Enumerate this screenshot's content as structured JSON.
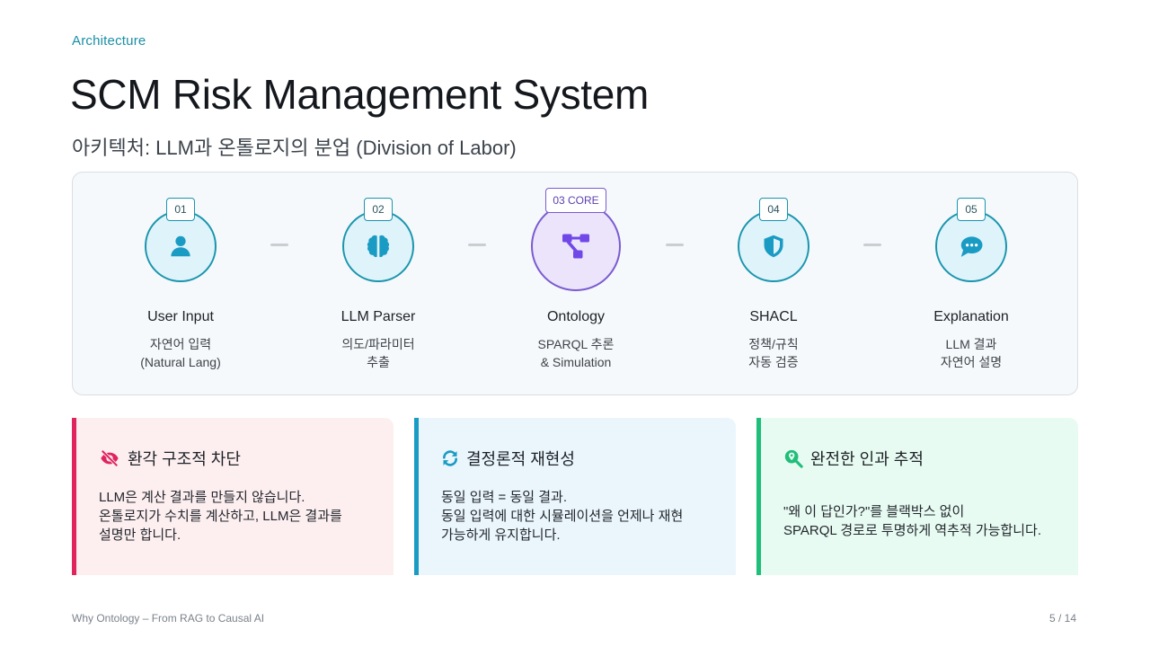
{
  "header": {
    "eyebrow": "Architecture",
    "title": "SCM Risk Management System",
    "subtitle": "아키텍처: LLM과 온톨로지의 분업 (Division of Labor)"
  },
  "pipeline": {
    "steps": [
      {
        "badge": "01",
        "icon": "user-icon",
        "name": "User Input",
        "desc_line1": "자연어 입력",
        "desc_line2": "(Natural Lang)"
      },
      {
        "badge": "02",
        "icon": "brain-icon",
        "name": "LLM Parser",
        "desc_line1": "의도/파라미터",
        "desc_line2": "추출"
      },
      {
        "badge": "03 CORE",
        "icon": "ontology-graph-icon",
        "name": "Ontology",
        "desc_line1": "SPARQL 추론",
        "desc_line2": "& Simulation"
      },
      {
        "badge": "04",
        "icon": "shield-icon",
        "name": "SHACL",
        "desc_line1": "정책/규칙",
        "desc_line2": "자동 검증"
      },
      {
        "badge": "05",
        "icon": "chat-bubble-icon",
        "name": "Explanation",
        "desc_line1": "LLM 결과",
        "desc_line2": "자연어 설명"
      }
    ],
    "colors": {
      "standard": "#1a95ae",
      "core": "#7a5bd1"
    }
  },
  "cards": [
    {
      "icon": "eye-slash-icon",
      "title": "환각 구조적 차단",
      "lines": [
        "LLM은 계산 결과를 만들지 않습니다.",
        "온톨로지가 수치를 계산하고, LLM은 결과를",
        "설명만 합니다."
      ],
      "accent": "#e0245e"
    },
    {
      "icon": "refresh-icon",
      "title": "결정론적 재현성",
      "lines": [
        "동일 입력 = 동일 결과.",
        "동일 입력에 대한 시뮬레이션을 언제나 재현",
        "가능하게 유지합니다."
      ],
      "accent": "#1a9bc4"
    },
    {
      "icon": "search-location-icon",
      "title": "완전한 인과 추적",
      "lines": [
        "\"왜 이 답인가?\"를 블랙박스 없이",
        "SPARQL 경로로 투명하게 역추적 가능합니다."
      ],
      "accent": "#1fbe7a"
    }
  ],
  "footer": {
    "deck_title": "Why Ontology – From RAG to Causal AI",
    "page": "5 / 14"
  }
}
